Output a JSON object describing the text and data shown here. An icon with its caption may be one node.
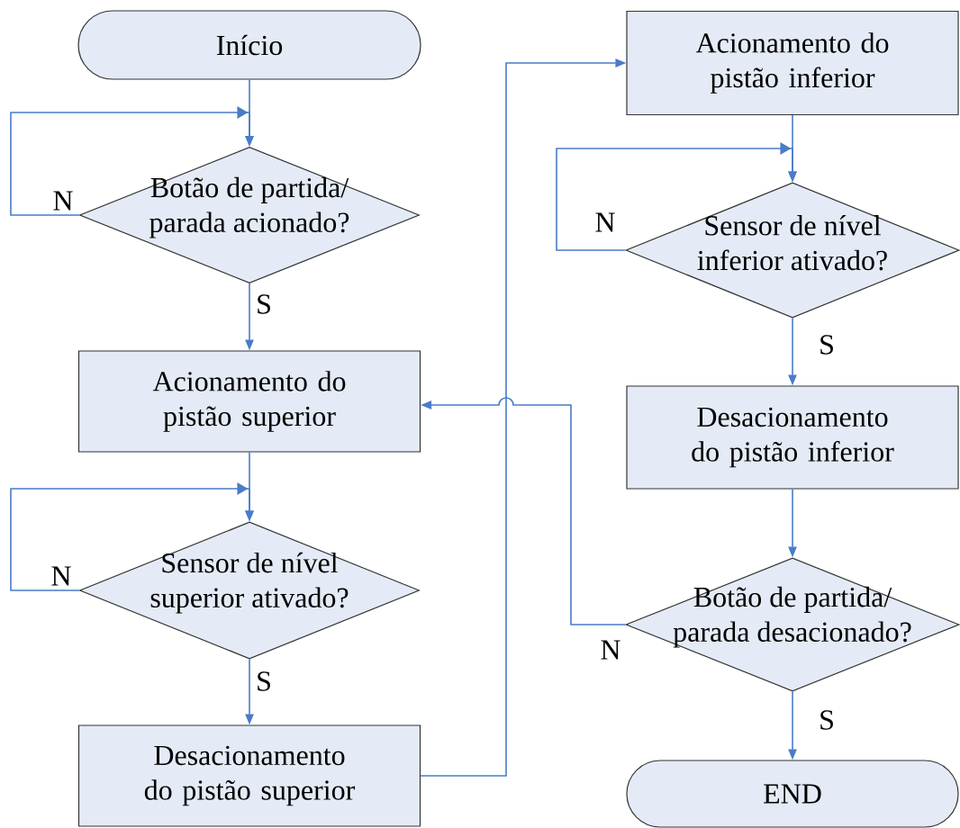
{
  "diagram": {
    "nodes": [
      {
        "text": [
          "Início"
        ]
      },
      {
        "text": [
          "Botão de partida/ parada acionado?"
        ]
      },
      {
        "text": [
          "Acionamento do pistão superior"
        ]
      },
      {
        "text": [
          "Sensor de nível superior ativado?"
        ]
      },
      {
        "text": [
          "Desacionamento do pistão superior"
        ]
      },
      {
        "text": [
          "Acionamento do pistão inferior"
        ]
      },
      {
        "text": [
          "Sensor de nível inferior ativado?"
        ]
      },
      {
        "text": [
          "Desacionamento do pistão inferior"
        ]
      },
      {
        "text": [
          "Botão de partida/ parada desacionado?"
        ]
      },
      {
        "text": [
          "END"
        ]
      }
    ],
    "edges": [
      {
        "from": 0,
        "to": 1,
        "arrow": "to"
      },
      {
        "from": 1,
        "to": 1,
        "arrow": "to",
        "label": "N"
      },
      {
        "from": 1,
        "to": 2,
        "arrow": "to",
        "label": "S"
      },
      {
        "from": 2,
        "to": 3,
        "arrow": "to"
      },
      {
        "from": 3,
        "to": 3,
        "arrow": "to",
        "label": "N"
      },
      {
        "from": 3,
        "to": 4,
        "arrow": "to",
        "label": "S"
      },
      {
        "from": 4,
        "to": 5,
        "arrow": "to"
      },
      {
        "from": 5,
        "to": 6,
        "arrow": "to"
      },
      {
        "from": 6,
        "to": 6,
        "arrow": "to",
        "label": "N"
      },
      {
        "from": 6,
        "to": 7,
        "arrow": "to",
        "label": "S"
      },
      {
        "from": 7,
        "to": 8,
        "arrow": "to"
      },
      {
        "from": 8,
        "to": 2,
        "arrow": "to",
        "label": "N"
      },
      {
        "from": 8,
        "to": 9,
        "arrow": "to",
        "label": "S"
      }
    ]
  }
}
